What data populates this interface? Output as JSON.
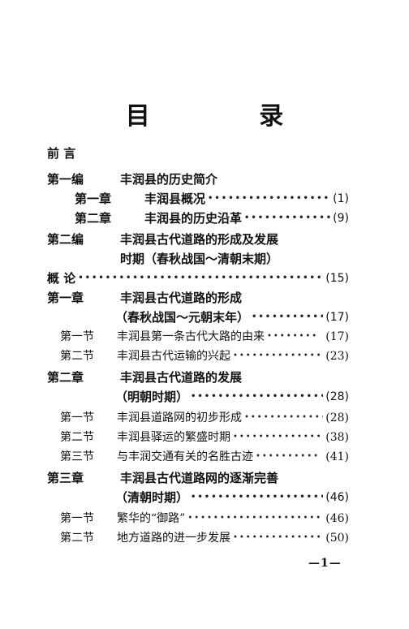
{
  "title": "目 录",
  "toc": {
    "preface": "前 言",
    "part1": {
      "label": "第一编",
      "text": "丰润县的历史简介"
    },
    "p1c1": {
      "label": "第一章",
      "text": "丰润县概况",
      "page": "(1)"
    },
    "p1c2": {
      "label": "第二章",
      "text": "丰润县的历史沿革",
      "page": "(9)"
    },
    "part2": {
      "label": "第二编",
      "text": "丰润县古代道路的形成及发展",
      "text2": "时期（春秋战国～清朝末期）"
    },
    "overview": {
      "label": "概 论",
      "page": "(15)"
    },
    "c1": {
      "label": "第一章",
      "text": "丰润县古代道路的形成",
      "text2": "（春秋战国～元朝末年）",
      "page": "(17)"
    },
    "c1s1": {
      "label": "第一节",
      "text": "丰润县第一条古代大路的由来",
      "page": "(17)"
    },
    "c1s2": {
      "label": "第二节",
      "text": "丰润县古代运输的兴起",
      "page": "(23)"
    },
    "c2": {
      "label": "第二章",
      "text": "丰润县古代道路的发展",
      "text2": "（明朝时期）",
      "page": "(28)"
    },
    "c2s1": {
      "label": "第一节",
      "text": "丰润县道路网的初步形成",
      "page": "(28)"
    },
    "c2s2": {
      "label": "第二节",
      "text": "丰润县驿运的繁盛时期",
      "page": "(38)"
    },
    "c2s3": {
      "label": "第三节",
      "text": "与丰润交通有关的名胜古迹",
      "page": "(41)"
    },
    "c3": {
      "label": "第三章",
      "text": "丰润县古代道路网的逐渐完善",
      "text2": "（清朝时期）",
      "page": "(46)"
    },
    "c3s1": {
      "label": "第一节",
      "text": "繁华的“御路”",
      "page": "(46)"
    },
    "c3s2": {
      "label": "第二节",
      "text": "地方道路的进一步发展",
      "page": "(50)"
    }
  },
  "footer": "—1—"
}
